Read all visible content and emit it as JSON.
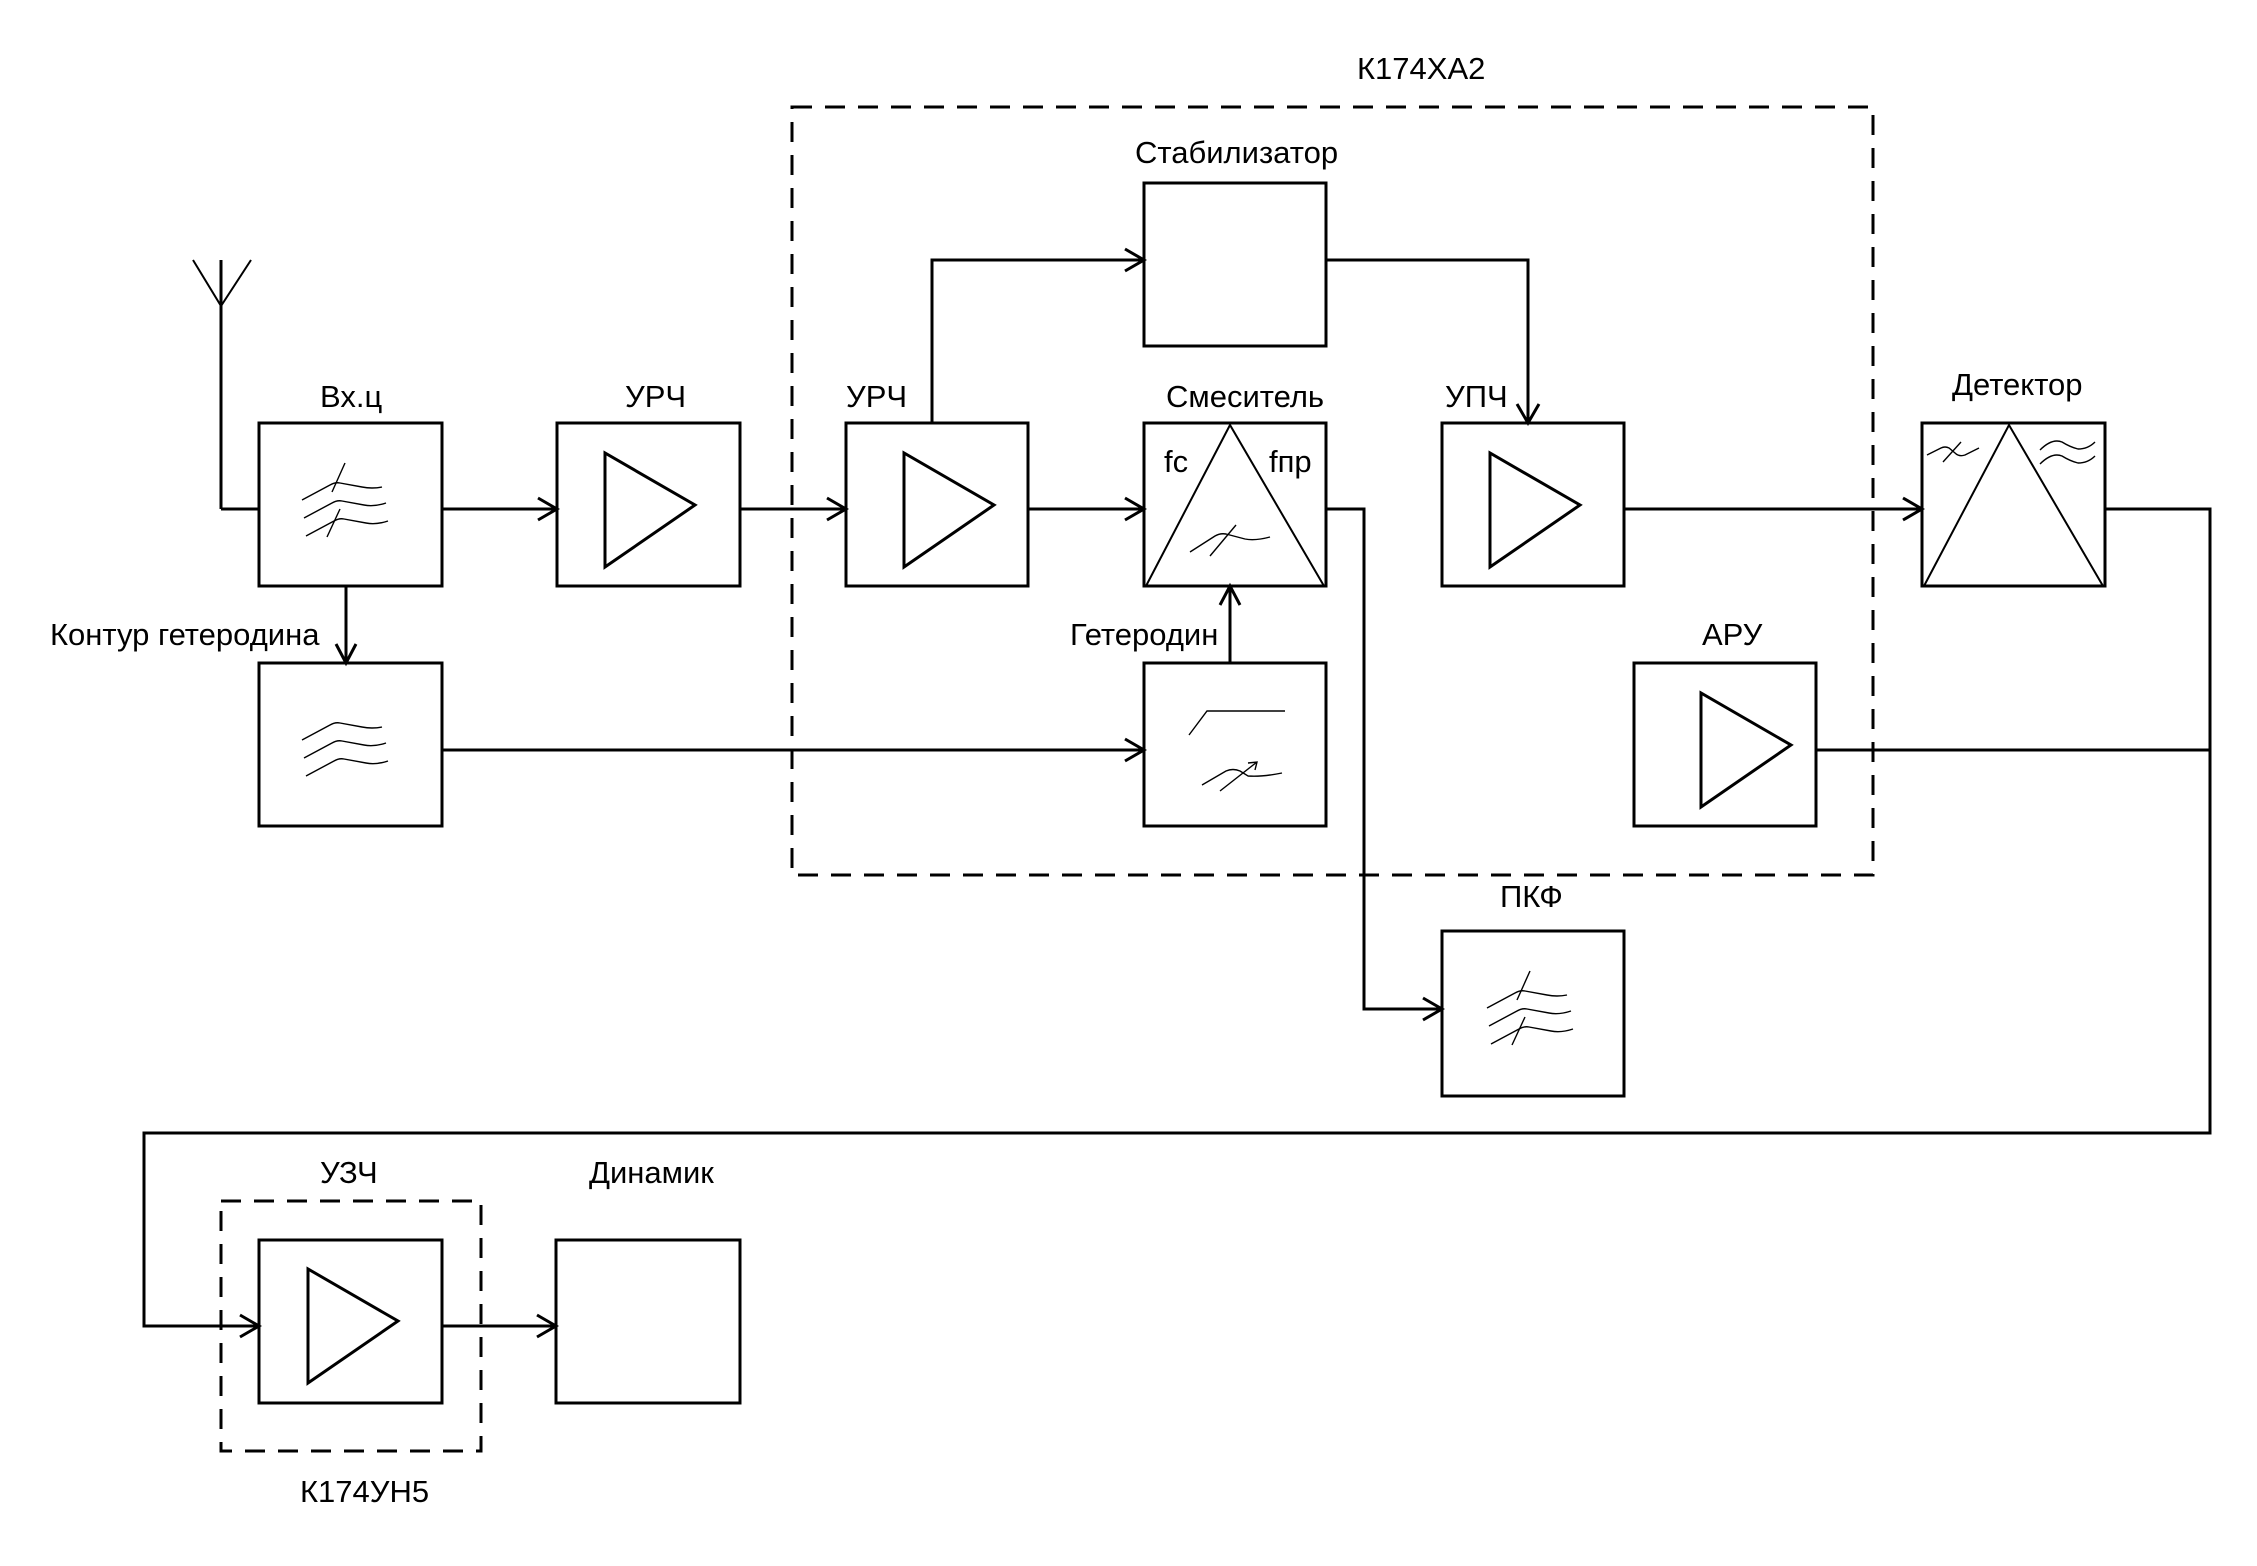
{
  "title": "Структурная схема супергетеродинного приёмника",
  "chips": {
    "main_ic": "К174ХА2",
    "audio_ic": "К174УН5"
  },
  "blocks": {
    "input_circuit": {
      "label": "Вх.ц",
      "icon": "bandpass-filter-tunable-icon"
    },
    "rf_amp_1": {
      "label": "УРЧ",
      "icon": "amplifier-triangle-icon"
    },
    "rf_amp_2": {
      "label": "УРЧ",
      "icon": "amplifier-triangle-icon"
    },
    "stabilizer": {
      "label": "Стабилизатор"
    },
    "mixer": {
      "label": "Смеситель",
      "input_freq": "fc",
      "output_freq": "fпр",
      "icon": "mixer-triangle-icon"
    },
    "if_amp": {
      "label": "УПЧ",
      "icon": "amplifier-triangle-icon"
    },
    "detector": {
      "label": "Детектор",
      "icon": "detector-triangle-icon"
    },
    "lo_circuit": {
      "label": "Контур гетеродина",
      "icon": "bandpass-filter-icon"
    },
    "local_oscillator": {
      "label": "Гетеродин",
      "icon": "oscillator-icon"
    },
    "agc": {
      "label": "АРУ",
      "icon": "amplifier-triangle-icon"
    },
    "piezo_filter": {
      "label": "ПКФ",
      "icon": "bandpass-filter-tunable-icon"
    },
    "audio_amp": {
      "label": "УЗЧ",
      "icon": "amplifier-triangle-icon"
    },
    "speaker": {
      "label": "Динамик"
    }
  },
  "connections": [
    {
      "from": "antenna",
      "to": "input_circuit"
    },
    {
      "from": "input_circuit",
      "to": "rf_amp_1"
    },
    {
      "from": "input_circuit",
      "to": "lo_circuit"
    },
    {
      "from": "rf_amp_1",
      "to": "rf_amp_2"
    },
    {
      "from": "rf_amp_2",
      "to": "stabilizer"
    },
    {
      "from": "rf_amp_2",
      "to": "mixer"
    },
    {
      "from": "stabilizer",
      "to": "if_amp"
    },
    {
      "from": "lo_circuit",
      "to": "local_oscillator"
    },
    {
      "from": "local_oscillator",
      "to": "mixer"
    },
    {
      "from": "mixer",
      "to": "piezo_filter"
    },
    {
      "from": "if_amp",
      "to": "detector"
    },
    {
      "from": "detector",
      "to": "audio_amp"
    },
    {
      "from": "agc",
      "to": "detector-bus"
    },
    {
      "from": "audio_amp",
      "to": "speaker"
    }
  ]
}
